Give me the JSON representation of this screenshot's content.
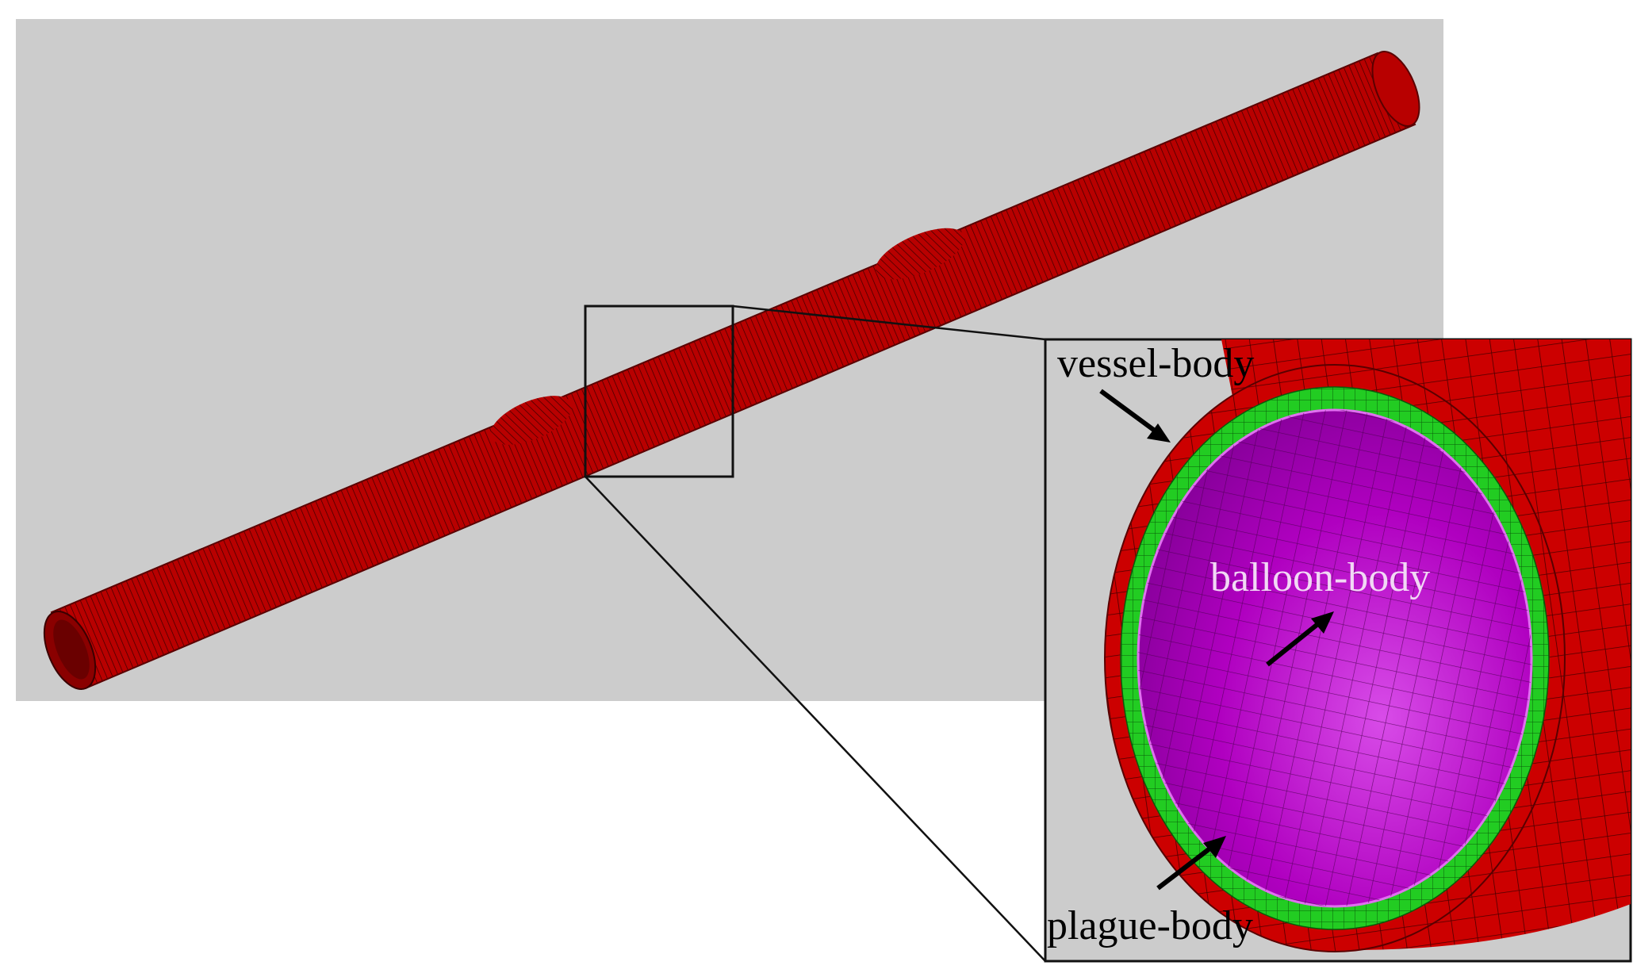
{
  "labels": {
    "vessel": "vessel-body",
    "balloon": "balloon-body",
    "plague": "plague-body"
  },
  "colors": {
    "background_panel": "#cccccc",
    "vessel": "#c40000",
    "vessel_dark": "#7a0000",
    "plaque": "#22cc22",
    "balloon": "#b000c0",
    "balloon_light": "#d84ce8",
    "frame": "#111111"
  }
}
